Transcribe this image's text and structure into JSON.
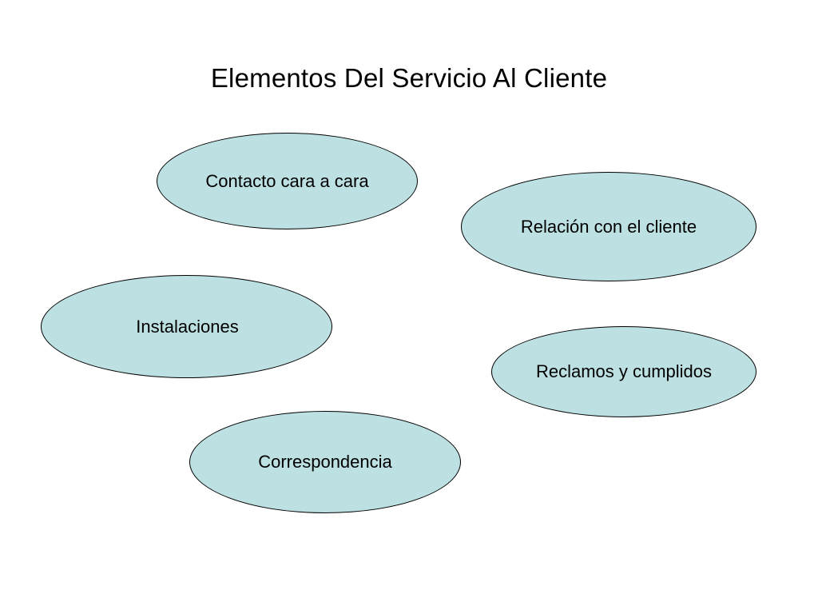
{
  "slide": {
    "title": "Elementos Del Servicio Al Cliente"
  },
  "colors": {
    "oval_fill": "#bde0e3",
    "oval_border": "#000000",
    "background": "#ffffff"
  },
  "nodes": [
    {
      "id": "contacto",
      "label": "Contacto cara a cara"
    },
    {
      "id": "relacion",
      "label": "Relación con el cliente"
    },
    {
      "id": "instalaciones",
      "label": "Instalaciones"
    },
    {
      "id": "reclamos",
      "label": "Reclamos y cumplidos"
    },
    {
      "id": "correspondencia",
      "label": "Correspondencia"
    }
  ]
}
